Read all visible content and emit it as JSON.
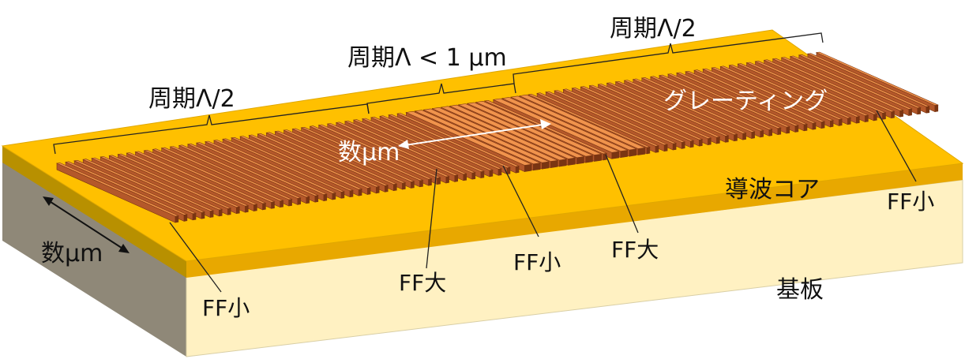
{
  "labels": {
    "period_left": "周期Λ/2",
    "period_center": "周期Λ < 1 μm",
    "period_right": "周期Λ/2",
    "grating": "グレーティング",
    "width_top": "数μm",
    "width_side": "数μm",
    "core": "導波コア",
    "substrate": "基板",
    "ff_small_left": "FF小",
    "ff_large_left": "FF大",
    "ff_small_center": "FF小",
    "ff_large_right": "FF大",
    "ff_small_right": "FF小"
  },
  "colors": {
    "substrate_top": "#fff1c2",
    "substrate_side": "#e3d9b0",
    "substrate_left": "#8f8878",
    "core_top": "#ffc000",
    "core_front": "#e8a800",
    "core_left": "#b89000",
    "grating_top": "#f0934c",
    "grating_side": "#b4582a",
    "grating_dark": "#7a3512",
    "bracket": "#222222"
  },
  "grating": {
    "sections": [
      {
        "name": "small-fill-left",
        "count": 40,
        "fill_factor": 0.35
      },
      {
        "name": "large-fill-center",
        "count": 9,
        "fill_factor": 0.8
      },
      {
        "name": "small-fill-center",
        "count": 1,
        "fill_factor": 0.4
      },
      {
        "name": "large-fill-right",
        "count": 4,
        "fill_factor": 0.8
      },
      {
        "name": "small-fill-right",
        "count": 34,
        "fill_factor": 0.35
      }
    ]
  }
}
